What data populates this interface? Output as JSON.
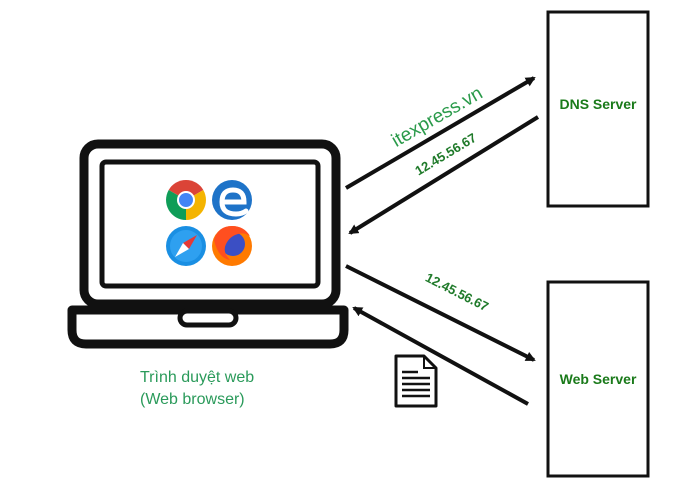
{
  "laptop": {
    "caption_line1": "Trình duyệt web",
    "caption_line2": "(Web browser)",
    "browser_icons": [
      "chrome-icon",
      "edge-icon",
      "safari-icon",
      "firefox-icon"
    ]
  },
  "dns_server": {
    "label": "DNS Server"
  },
  "web_server": {
    "label": "Web Server"
  },
  "edges": {
    "domain_request": "itexpress.vn",
    "dns_response_ip": "12.45.56.67",
    "web_request_ip": "12.45.56.67"
  },
  "document": {
    "icon": "document-icon"
  },
  "colors": {
    "line": "#111111",
    "label_green": "#1f7a2a",
    "caption_green": "#2a9a5a"
  }
}
